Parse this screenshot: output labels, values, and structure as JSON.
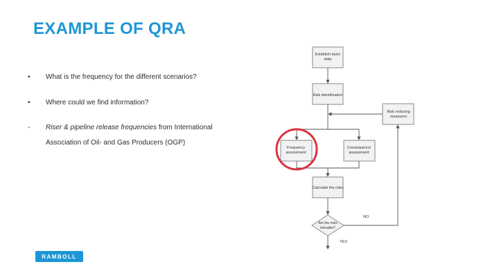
{
  "slide": {
    "title": "EXAMPLE OF QRA",
    "bullets": [
      {
        "marker": "•",
        "text": "What is the frequency for the different scenarios?"
      },
      {
        "marker": "•",
        "text": "Where could we find information?"
      },
      {
        "marker": "-",
        "italic": "Riser & pipeline release frequencies",
        "rest": " from International"
      },
      {
        "text": "Association of Oil- and Gas Producers (OGP)"
      }
    ],
    "logo": "RAMBOLL"
  },
  "flowchart": {
    "establish_line1": "Establish basic",
    "establish_line2": "data",
    "risk_identification": "Risk identification",
    "risk_reducing_line1": "Risk reducing",
    "risk_reducing_line2": "measures",
    "frequency_line1": "Frequency",
    "frequency_line2": "assessment",
    "consequence_line1": "Consequence",
    "consequence_line2": "assessment",
    "calculate": "Calculate the risks",
    "decision_line1": "Are the risks",
    "decision_line2": "tolerable?",
    "no_label": "NO",
    "yes_label": "YES"
  },
  "colors": {
    "accent": "#1e96d5",
    "highlight_circle": "#d9333f",
    "box_fill": "#f2f2f2",
    "box_stroke": "#8a8a8a"
  }
}
